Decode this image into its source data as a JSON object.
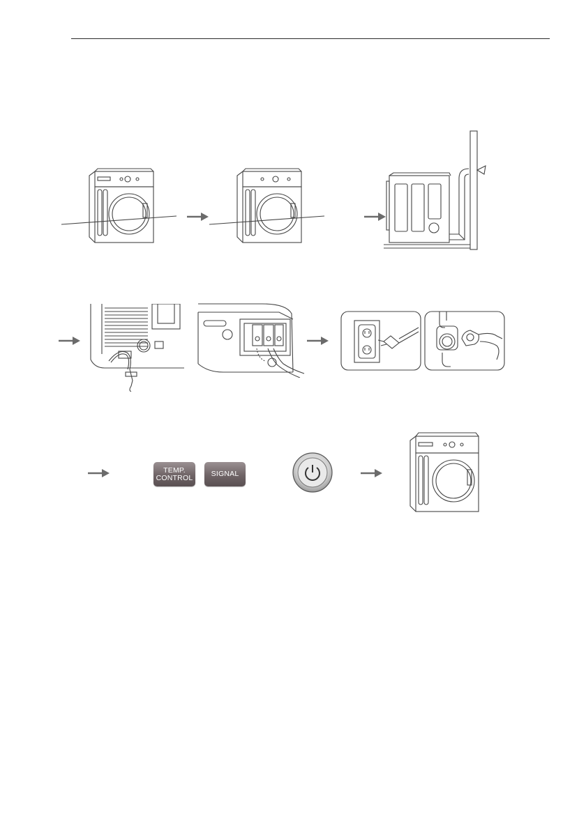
{
  "page": {
    "header_rule": true
  },
  "buttons": {
    "temp_control": {
      "line1": "TEMP.",
      "line2": "CONTROL"
    },
    "signal": {
      "label": "SIGNAL"
    }
  },
  "icons": {
    "arrow": "right-arrow-icon",
    "power": "power-icon"
  },
  "colors": {
    "line_art": "#444444",
    "arrow": "#6b6b6b",
    "button_fill": "#6f6466"
  }
}
